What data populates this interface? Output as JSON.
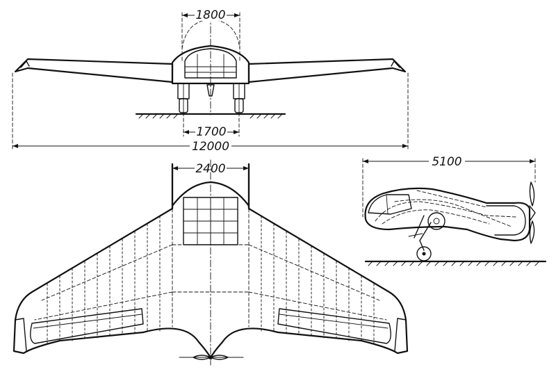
{
  "dimensions": {
    "cockpit_width": "1800",
    "track_width": "1700",
    "wing_span": "12000",
    "center_section_width": "2400",
    "fuselage_length": "5100"
  },
  "colors": {
    "ink": "#111111",
    "paper": "#ffffff"
  }
}
